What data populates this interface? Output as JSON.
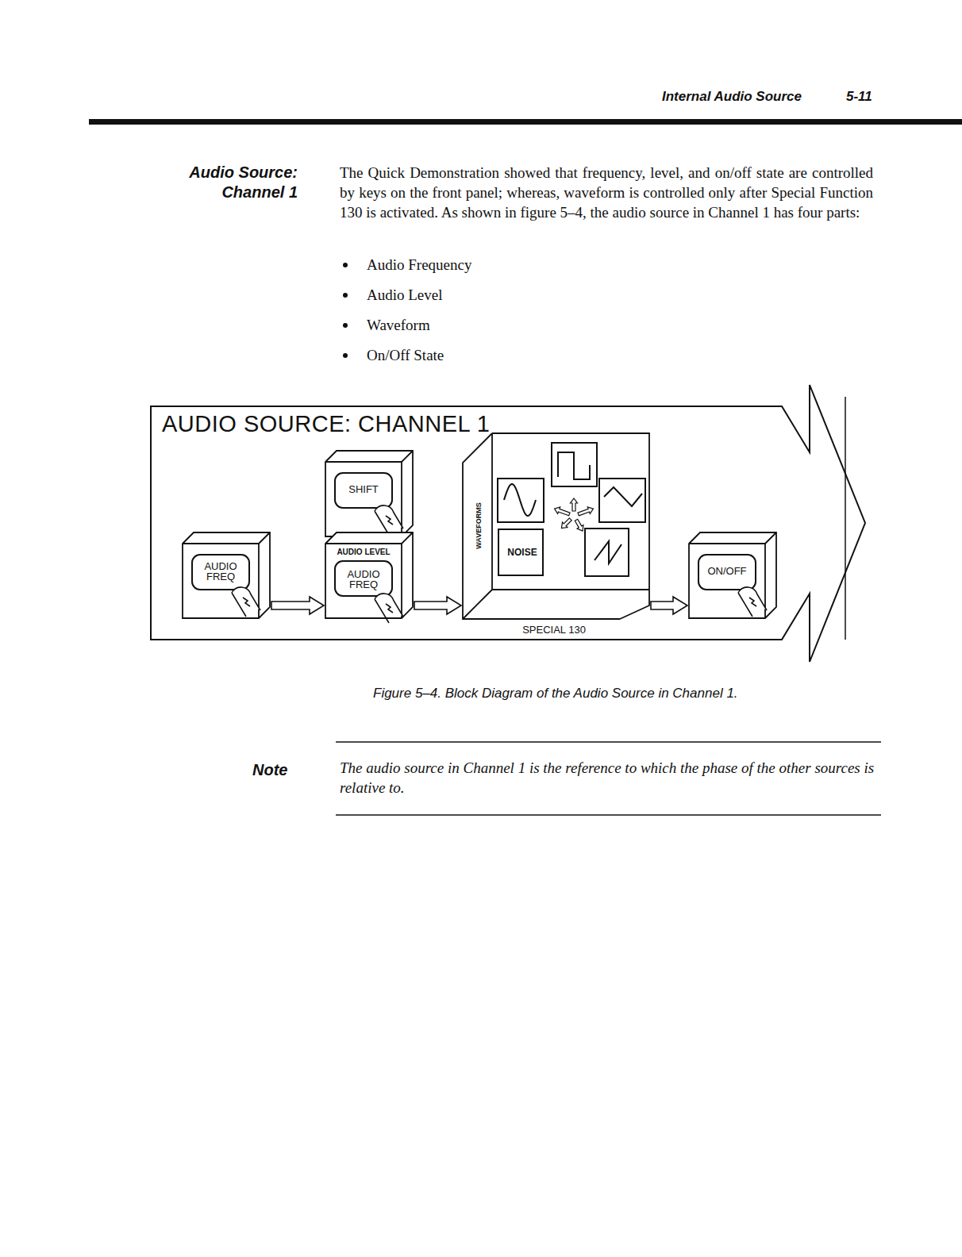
{
  "diagram": {
    "title": "Audio Source: Channel 1",
    "caption": "Figure 5–4. Block Diagram of the Audio Source in Channel 1.",
    "nodes": [
      {
        "text": [
          "AUDIO SOURCE: CHANNEL 1"
        ]
      },
      {
        "text": [
          "AUDIO FREQ"
        ],
        "in": 0
      },
      {
        "text": [
          "SHIFT"
        ],
        "in": 0
      },
      {
        "text": [
          "AUDIO LEVEL",
          "AUDIO FREQ"
        ],
        "in": 0
      },
      {
        "text": [
          "WAVEFORMS",
          "SPECIAL 130"
        ],
        "in": 0
      },
      {
        "text": [
          "NOISE"
        ],
        "in": 4
      },
      {
        "text": [
          "ON/OFF"
        ],
        "in": 0
      }
    ],
    "edges": [
      {
        "from": 1,
        "to": 3,
        "arrow": "to"
      },
      {
        "from": 3,
        "to": 4,
        "arrow": "to"
      },
      {
        "from": 4,
        "to": 6,
        "arrow": "to"
      }
    ],
    "labels": [
      "Internal Audio Source",
      "5-11",
      "The Quick Demonstration showed that frequency, level, and on/off state are controlled by keys on the front panel; whereas, waveform is controlled only after Special Function 130 is activated. As shown in figure 5–4, the audio source in Channel 1 has four parts:",
      "Audio Frequency",
      "Audio Level",
      "Waveform",
      "On/Off State",
      "Note",
      "The audio source in Channel 1 is the reference to which the phase of the other sources is relative to."
    ]
  }
}
